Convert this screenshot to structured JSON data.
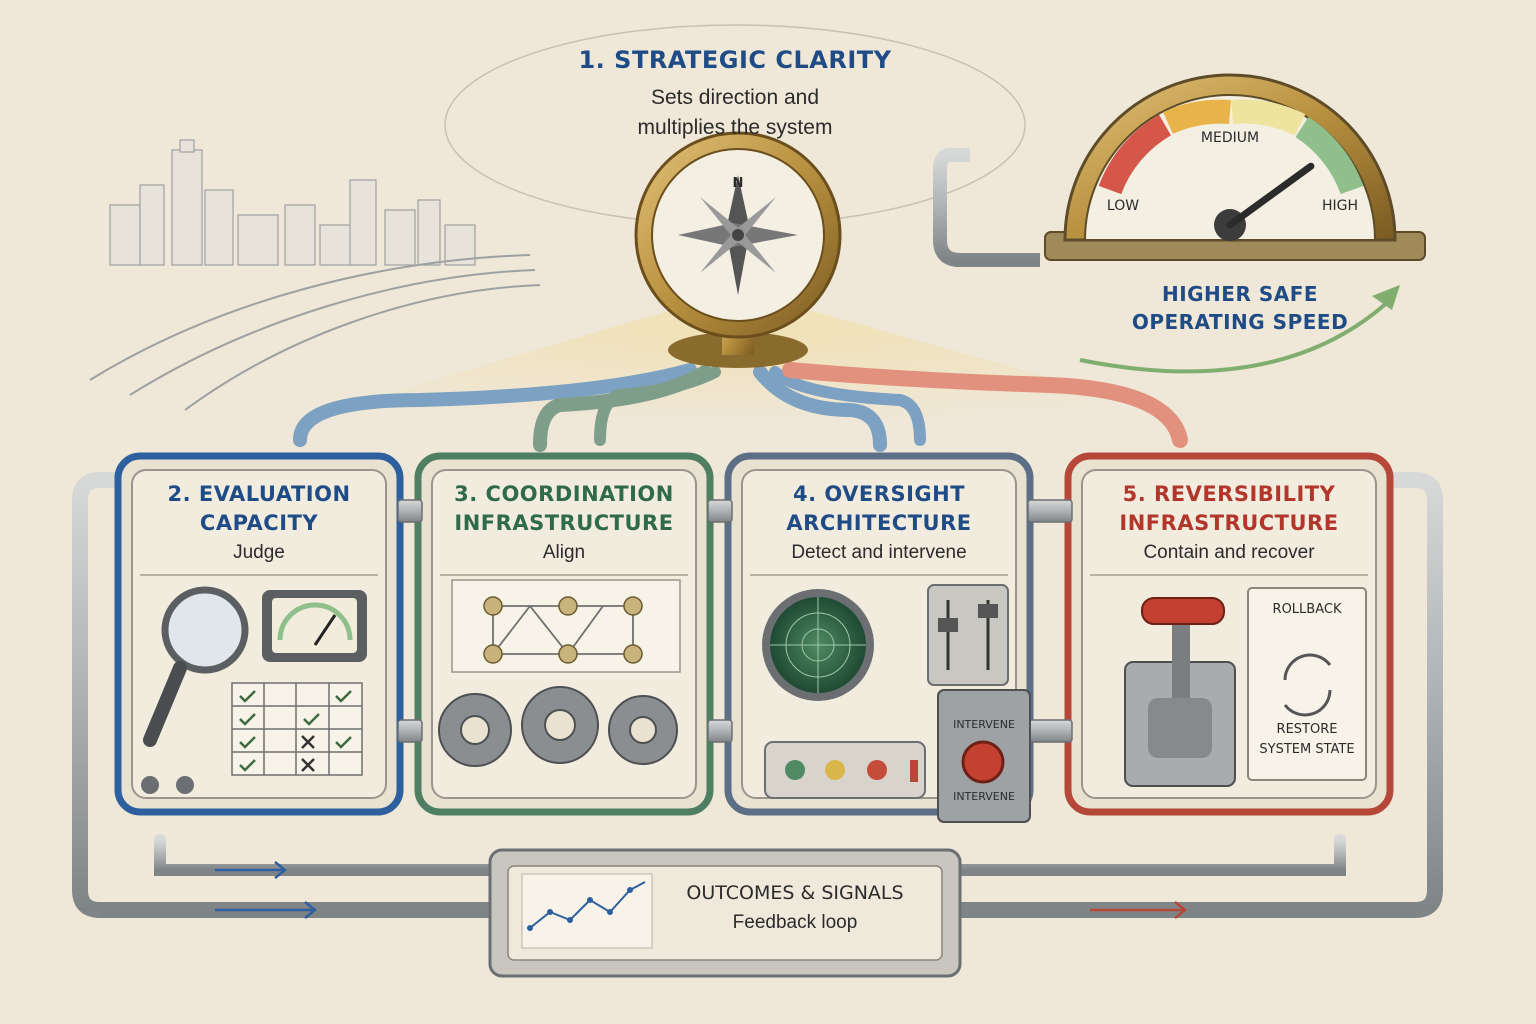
{
  "strategic": {
    "title": "1. STRATEGIC CLARITY",
    "line1": "Sets direction and",
    "line2": "multiplies the system"
  },
  "compass": {
    "n": "N"
  },
  "gauge": {
    "low": "LOW",
    "medium": "MEDIUM",
    "high": "HIGH",
    "level": 0.8
  },
  "speed": {
    "line1": "HIGHER SAFE",
    "line2": "OPERATING SPEED"
  },
  "panels": [
    {
      "title1": "2. EVALUATION",
      "title2": "CAPACITY",
      "subtitle": "Judge",
      "color": "#2e5f9e"
    },
    {
      "title1": "3. COORDINATION",
      "title2": "INFRASTRUCTURE",
      "subtitle": "Align",
      "color": "#4f7f63"
    },
    {
      "title1": "4. OVERSIGHT",
      "title2": "ARCHITECTURE",
      "subtitle": "Detect and intervene",
      "color": "#5d6f86"
    },
    {
      "title1": "5. REVERSIBILITY",
      "title2": "INFRASTRUCTURE",
      "subtitle": "Contain and recover",
      "color": "#b6483a"
    }
  ],
  "oversight": {
    "intervene_label": "INTERVENE",
    "intervene_button": "INTERVENE"
  },
  "reversibility": {
    "rollback": "ROLLBACK",
    "restore1": "RESTORE",
    "restore2": "SYSTEM STATE"
  },
  "feedback": {
    "title": "OUTCOMES & SIGNALS",
    "subtitle": "Feedback loop"
  },
  "colors": {
    "blue": "#2e5f9e",
    "green": "#4f7f63",
    "red": "#b6483a",
    "brass": "#b8913f",
    "paper": "#efe7d7"
  }
}
